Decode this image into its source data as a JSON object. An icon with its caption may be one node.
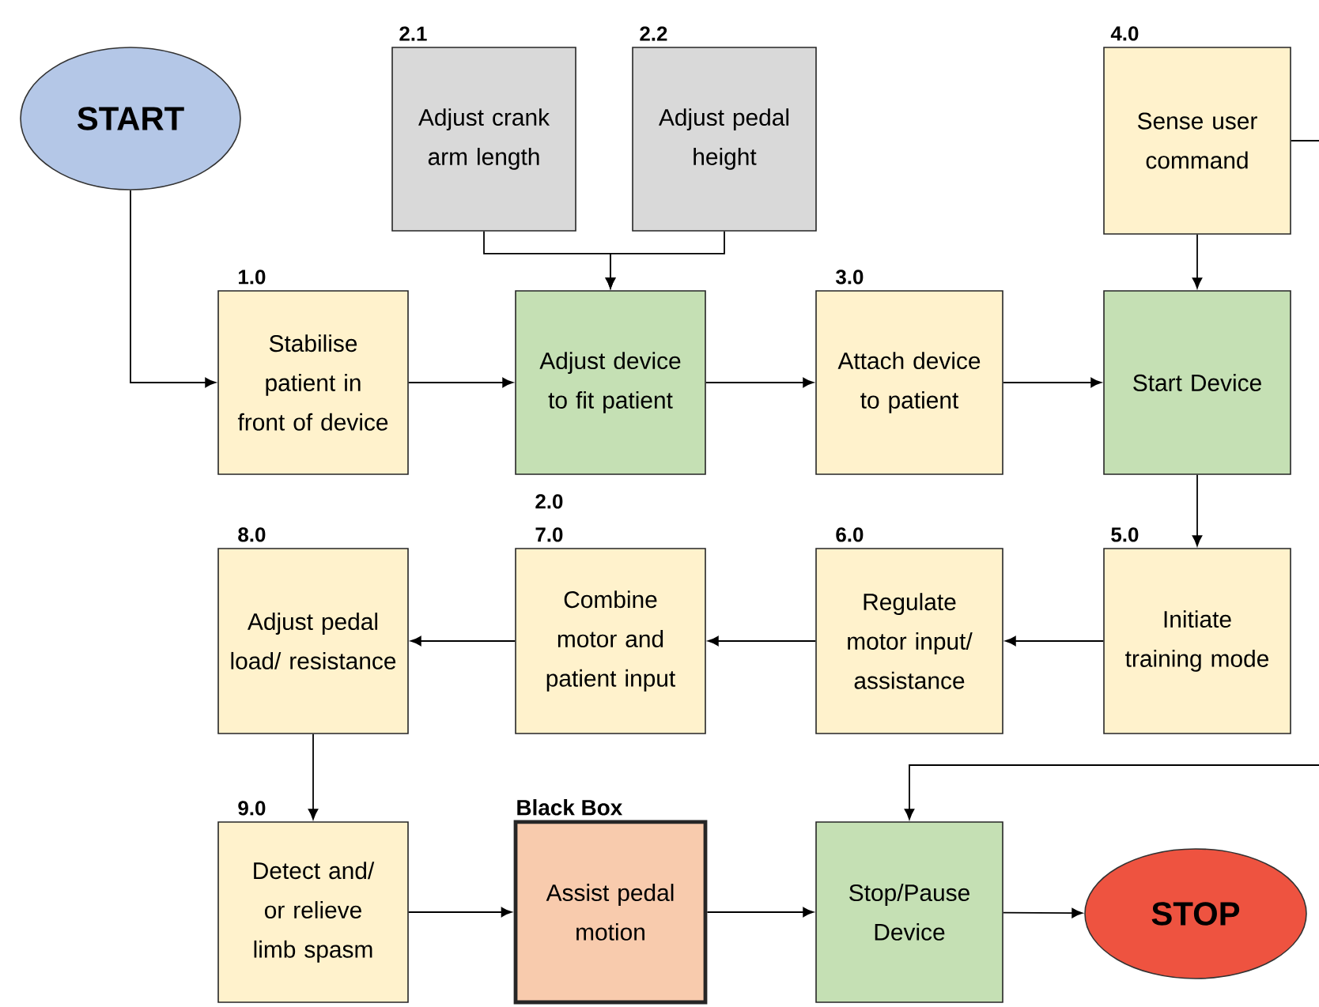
{
  "diagram": {
    "nodes": [
      {
        "text": [
          "START"
        ]
      },
      {
        "text": [
          "Adjust crank arm length"
        ],
        "beside": [
          "2.1"
        ]
      },
      {
        "text": [
          "Adjust pedal height"
        ],
        "beside": [
          "2.2"
        ]
      },
      {
        "text": [
          "Sense user command"
        ],
        "beside": [
          "4.0"
        ]
      },
      {
        "text": [
          "Stabilise patient in front of device"
        ],
        "beside": [
          "1.0"
        ]
      },
      {
        "text": [
          "Adjust device to fit patient"
        ],
        "beside": [
          "2.0"
        ]
      },
      {
        "text": [
          "Attach device to patient"
        ],
        "beside": [
          "3.0"
        ]
      },
      {
        "text": [
          "Start Device"
        ]
      },
      {
        "text": [
          "Adjust pedal load/ resistance"
        ],
        "beside": [
          "8.0"
        ]
      },
      {
        "text": [
          "Combine motor and patient input"
        ],
        "beside": [
          "7.0"
        ]
      },
      {
        "text": [
          "Regulate motor input/ assistance"
        ],
        "beside": [
          "6.0"
        ]
      },
      {
        "text": [
          "Initiate training mode"
        ],
        "beside": [
          "5.0"
        ]
      },
      {
        "text": [
          "Detect and/ or relieve limb spasm"
        ],
        "beside": [
          "9.0"
        ]
      },
      {
        "text": [
          "Black Box",
          "Assist pedal motion"
        ]
      },
      {
        "text": [
          "Stop/Pause Device"
        ]
      },
      {
        "text": [
          "STOP"
        ]
      }
    ],
    "edges": [
      {
        "from": 0,
        "to": 4,
        "arrow": "to"
      },
      {
        "from": 4,
        "to": 5,
        "arrow": "to"
      },
      {
        "from": 1,
        "to": 5,
        "arrow": "to"
      },
      {
        "from": 2,
        "to": 5,
        "arrow": "to"
      },
      {
        "from": 5,
        "to": 6,
        "arrow": "to"
      },
      {
        "from": 6,
        "to": 7,
        "arrow": "to"
      },
      {
        "from": 3,
        "to": 7,
        "arrow": "to"
      },
      {
        "from": 3,
        "to": null,
        "arrow": "none"
      },
      {
        "from": 7,
        "to": 11,
        "arrow": "to"
      },
      {
        "from": 11,
        "to": 10,
        "arrow": "to"
      },
      {
        "from": 10,
        "to": 9,
        "arrow": "to"
      },
      {
        "from": 9,
        "to": 8,
        "arrow": "to"
      },
      {
        "from": 8,
        "to": 12,
        "arrow": "to"
      },
      {
        "from": 12,
        "to": 13,
        "arrow": "to"
      },
      {
        "from": 13,
        "to": 14,
        "arrow": "to"
      },
      {
        "from": null,
        "to": 14,
        "arrow": "to"
      },
      {
        "from": 14,
        "to": 15,
        "arrow": "to"
      }
    ]
  }
}
